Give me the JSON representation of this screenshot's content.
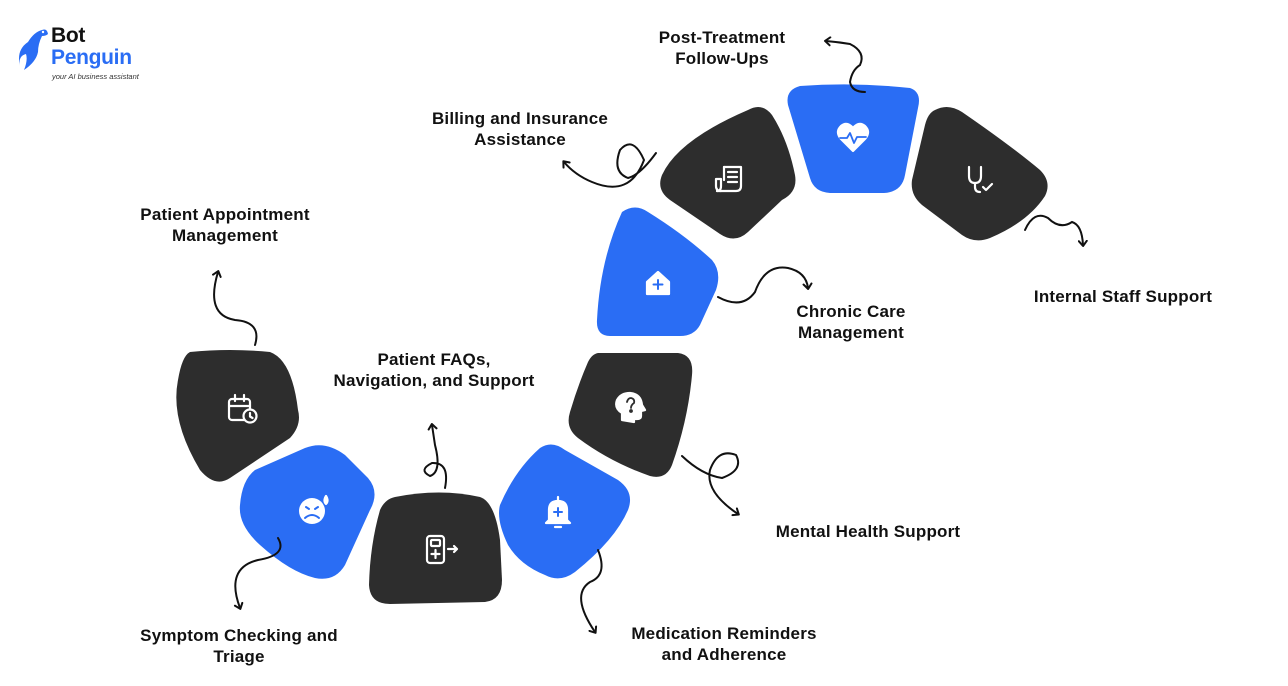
{
  "brand": {
    "name_line1": "Bot",
    "name_line2": "Penguin",
    "tagline": "your AI business assistant",
    "primary_color": "#2a6df4",
    "dark_color": "#111111"
  },
  "colors": {
    "dark": "#2d2d2d",
    "blue": "#2a6df4"
  },
  "steps": [
    {
      "id": "appointment",
      "icon": "calendar-clock-icon",
      "color": "dark",
      "label_lines": [
        "Patient Appointment",
        "Management"
      ]
    },
    {
      "id": "symptom",
      "icon": "sick-face-icon",
      "color": "blue",
      "label_lines": [
        "Symptom Checking and",
        "Triage"
      ]
    },
    {
      "id": "faqs",
      "icon": "kiosk-navigation-icon",
      "color": "dark",
      "label_lines": [
        "Patient FAQs,",
        "Navigation, and Support"
      ]
    },
    {
      "id": "medication",
      "icon": "bell-plus-icon",
      "color": "blue",
      "label_lines": [
        "Medication Reminders",
        "and Adherence"
      ]
    },
    {
      "id": "mental",
      "icon": "head-question-icon",
      "color": "dark",
      "label_lines": [
        "Mental Health Support"
      ]
    },
    {
      "id": "chronic",
      "icon": "hospital-icon",
      "color": "blue",
      "label_lines": [
        "Chronic Care",
        "Management"
      ]
    },
    {
      "id": "billing",
      "icon": "receipt-icon",
      "color": "dark",
      "label_lines": [
        "Billing and Insurance",
        "Assistance"
      ]
    },
    {
      "id": "followup",
      "icon": "heart-pulse-icon",
      "color": "blue",
      "label_lines": [
        "Post-Treatment",
        "Follow-Ups"
      ]
    },
    {
      "id": "staff",
      "icon": "stethoscope-check-icon",
      "color": "dark",
      "label_lines": [
        "Internal Staff Support"
      ]
    }
  ]
}
